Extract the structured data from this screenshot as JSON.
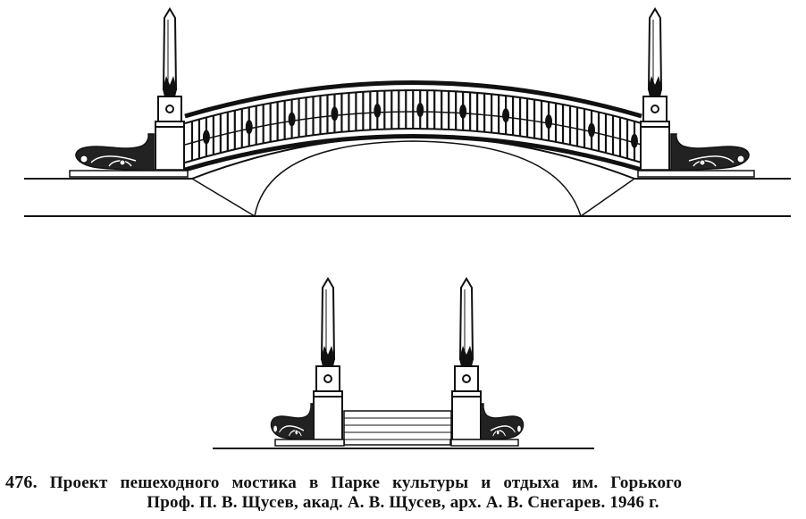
{
  "figure": {
    "number": "476.",
    "caption_line1": "Проект пешеходного мостика в Парке культуры и отдыха им. Горького",
    "caption_line2": "Проф. П. В. Щусев, акад. А. В. Щусев, арх. А. В. Снегарев. 1946 г."
  },
  "colors": {
    "ink": "#111111",
    "paper": "#ffffff"
  }
}
